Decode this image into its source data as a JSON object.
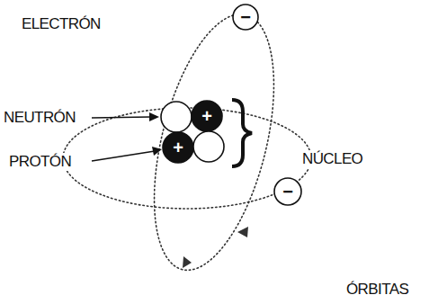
{
  "diagram": {
    "labels": [
      "ELECTRÓN",
      "−",
      "NEUTRÓN",
      "+",
      "PROTÓN",
      "+",
      "NÚCLEO",
      "−",
      "ÓRBITAS"
    ]
  }
}
